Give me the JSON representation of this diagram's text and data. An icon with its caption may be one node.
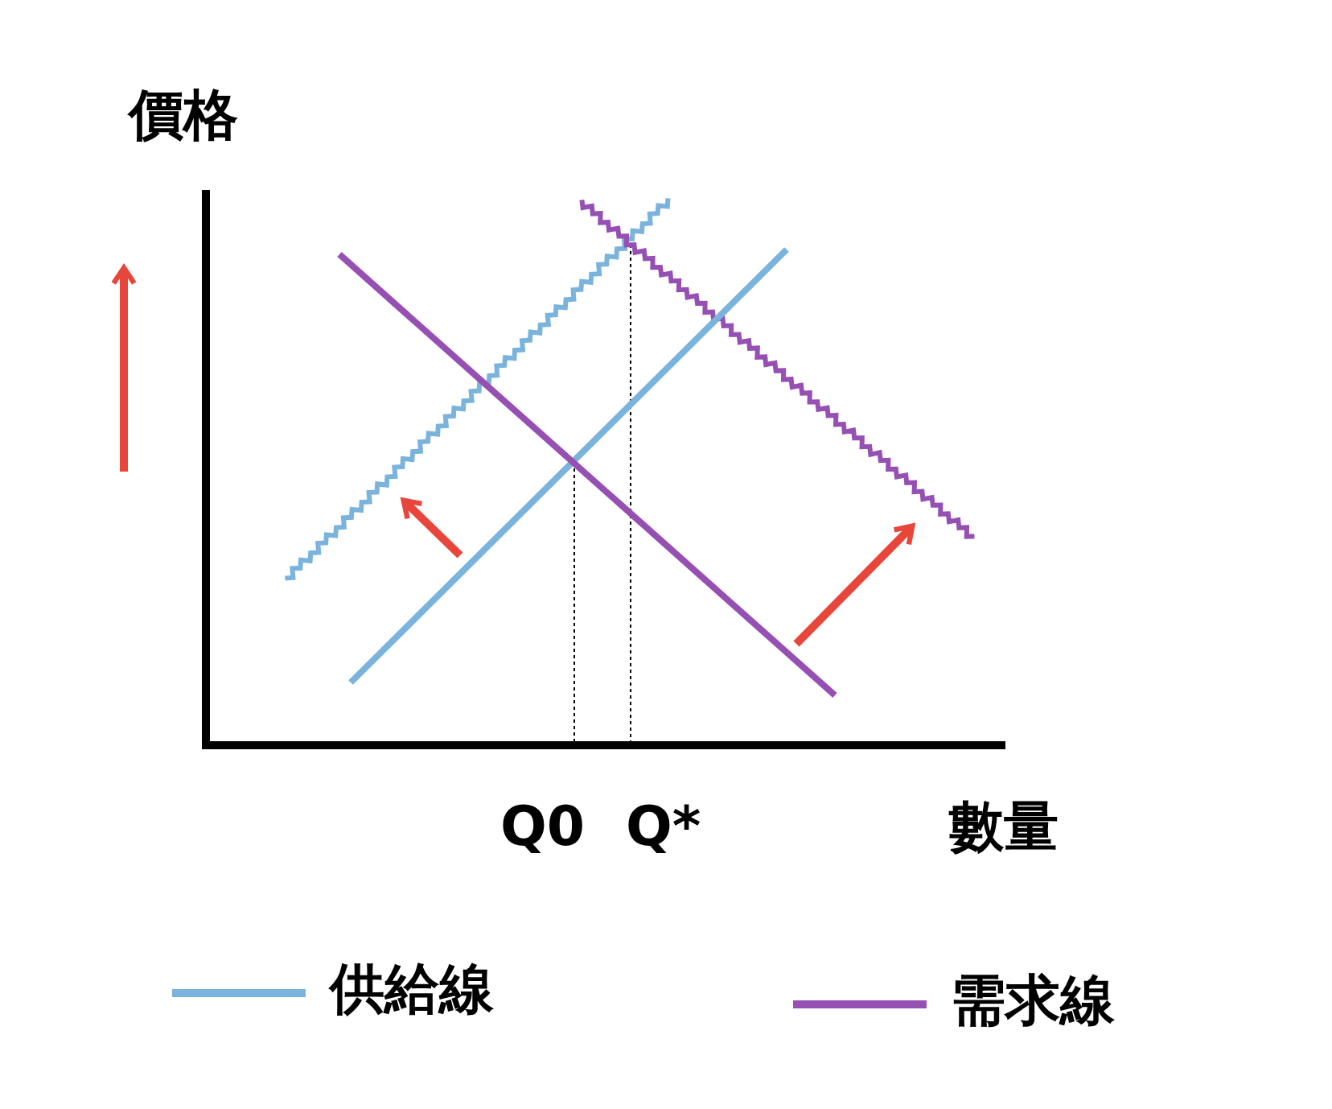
{
  "diagram": {
    "labels": [
      "價格",
      "Q0",
      "Q*",
      "數量"
    ],
    "legend": [
      {
        "text": "供給線"
      },
      {
        "text": "需求線"
      }
    ]
  }
}
